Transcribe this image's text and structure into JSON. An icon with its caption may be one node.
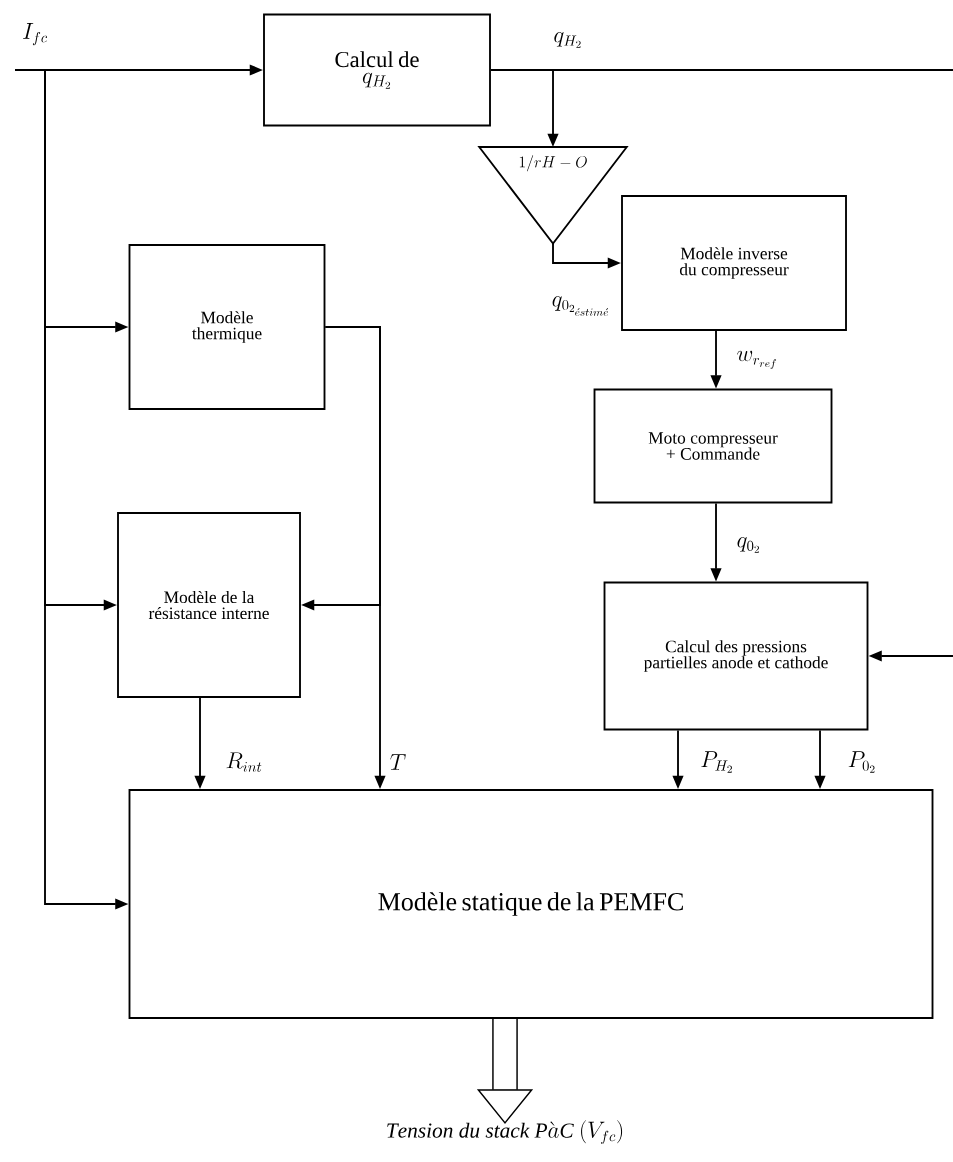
{
  "diagram": {
    "nodes": [
      {
        "text": [
          "Calcul de",
          "q_{H_2}"
        ]
      },
      {
        "text": [
          "1/rH-O"
        ]
      },
      {
        "text": [
          "Modèle inverse du compresseur"
        ]
      },
      {
        "text": [
          "Moto compresseur + Commande"
        ]
      },
      {
        "text": [
          "Calcul des pressions partielles anode et cathode"
        ]
      },
      {
        "text": [
          "Modèle thermique"
        ]
      },
      {
        "text": [
          "Modèle de la résistance interne"
        ]
      },
      {
        "text": [
          "Modèle statique de la PEMFC"
        ]
      },
      {
        "text": [
          "\\mathit{Tension\\ du\\ stack\\ P}\\grave{a}\\mathit{C}\\ (V_{fc})"
        ]
      }
    ],
    "edges": [
      {
        "from": null,
        "to": 0,
        "arrow": "to",
        "label": "I_{fc}"
      },
      {
        "from": null,
        "to": 5,
        "arrow": "to"
      },
      {
        "from": null,
        "to": 6,
        "arrow": "to"
      },
      {
        "from": null,
        "to": 7,
        "arrow": "to"
      },
      {
        "from": 0,
        "to": null,
        "arrow": "none",
        "label": "q_{H_2}"
      },
      {
        "from": 0,
        "to": 1,
        "arrow": "to"
      },
      {
        "from": 1,
        "to": 2,
        "arrow": "to",
        "label": "q_{0_{2_{\\acute{e}stim\\acute{e}}}}"
      },
      {
        "from": 2,
        "to": 3,
        "arrow": "to",
        "label": "w_{r_{ref}}"
      },
      {
        "from": 3,
        "to": 4,
        "arrow": "to",
        "label": "q_{0_2}"
      },
      {
        "from": null,
        "to": 4,
        "arrow": "to"
      },
      {
        "from": 5,
        "to": 6,
        "arrow": "to"
      },
      {
        "from": 5,
        "to": 7,
        "arrow": "to",
        "label": "T"
      },
      {
        "from": 6,
        "to": 7,
        "arrow": "to",
        "label": "R_{int}"
      },
      {
        "from": 4,
        "to": 7,
        "arrow": "to",
        "label": "P_{H_2}"
      },
      {
        "from": 4,
        "to": 7,
        "arrow": "to",
        "label": "P_{0_2}"
      },
      {
        "from": 7,
        "to": 8,
        "arrow": "to",
        "style": "thick"
      }
    ]
  }
}
